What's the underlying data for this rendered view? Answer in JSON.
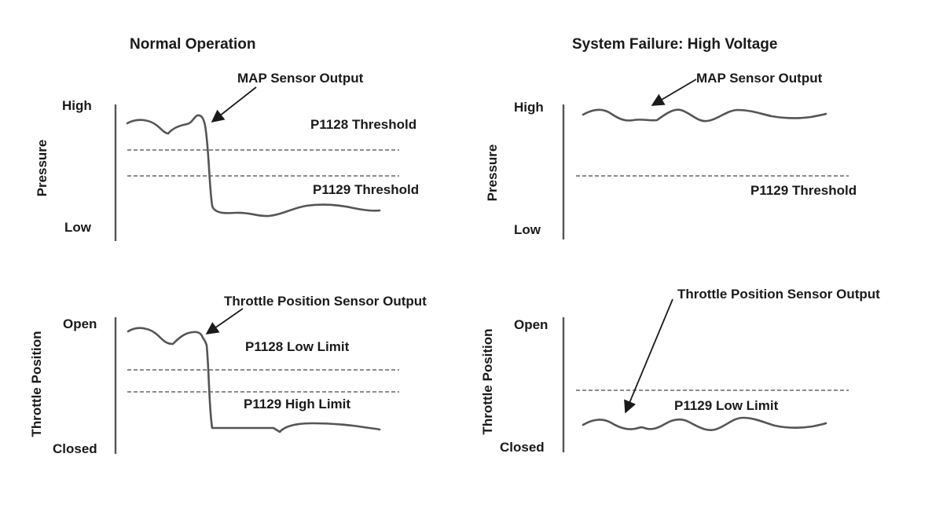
{
  "colors": {
    "signal": "#555555",
    "axis": "#555555",
    "text": "#1a1a1a",
    "threshold": "#666666"
  },
  "panels": {
    "normal_pressure": {
      "title": "Normal Operation",
      "axis_label": "Pressure",
      "high_label": "High",
      "low_label": "Low",
      "signal_label": "MAP Sensor Output",
      "threshold_upper": "P1128 Threshold",
      "threshold_lower": "P1129 Threshold"
    },
    "failure_pressure": {
      "title": "System Failure: High Voltage",
      "axis_label": "Pressure",
      "high_label": "High",
      "low_label": "Low",
      "signal_label": "MAP Sensor Output",
      "threshold": "P1129 Threshold"
    },
    "normal_throttle": {
      "axis_label": "Throttle Position",
      "high_label": "Open",
      "low_label": "Closed",
      "signal_label": "Throttle Position Sensor Output",
      "threshold_upper": "P1128 Low Limit",
      "threshold_lower": "P1129 High Limit"
    },
    "failure_throttle": {
      "axis_label": "Throttle Position",
      "high_label": "Open",
      "low_label": "Closed",
      "signal_label": "Throttle Position Sensor Output",
      "threshold": "P1129 Low Limit"
    }
  }
}
